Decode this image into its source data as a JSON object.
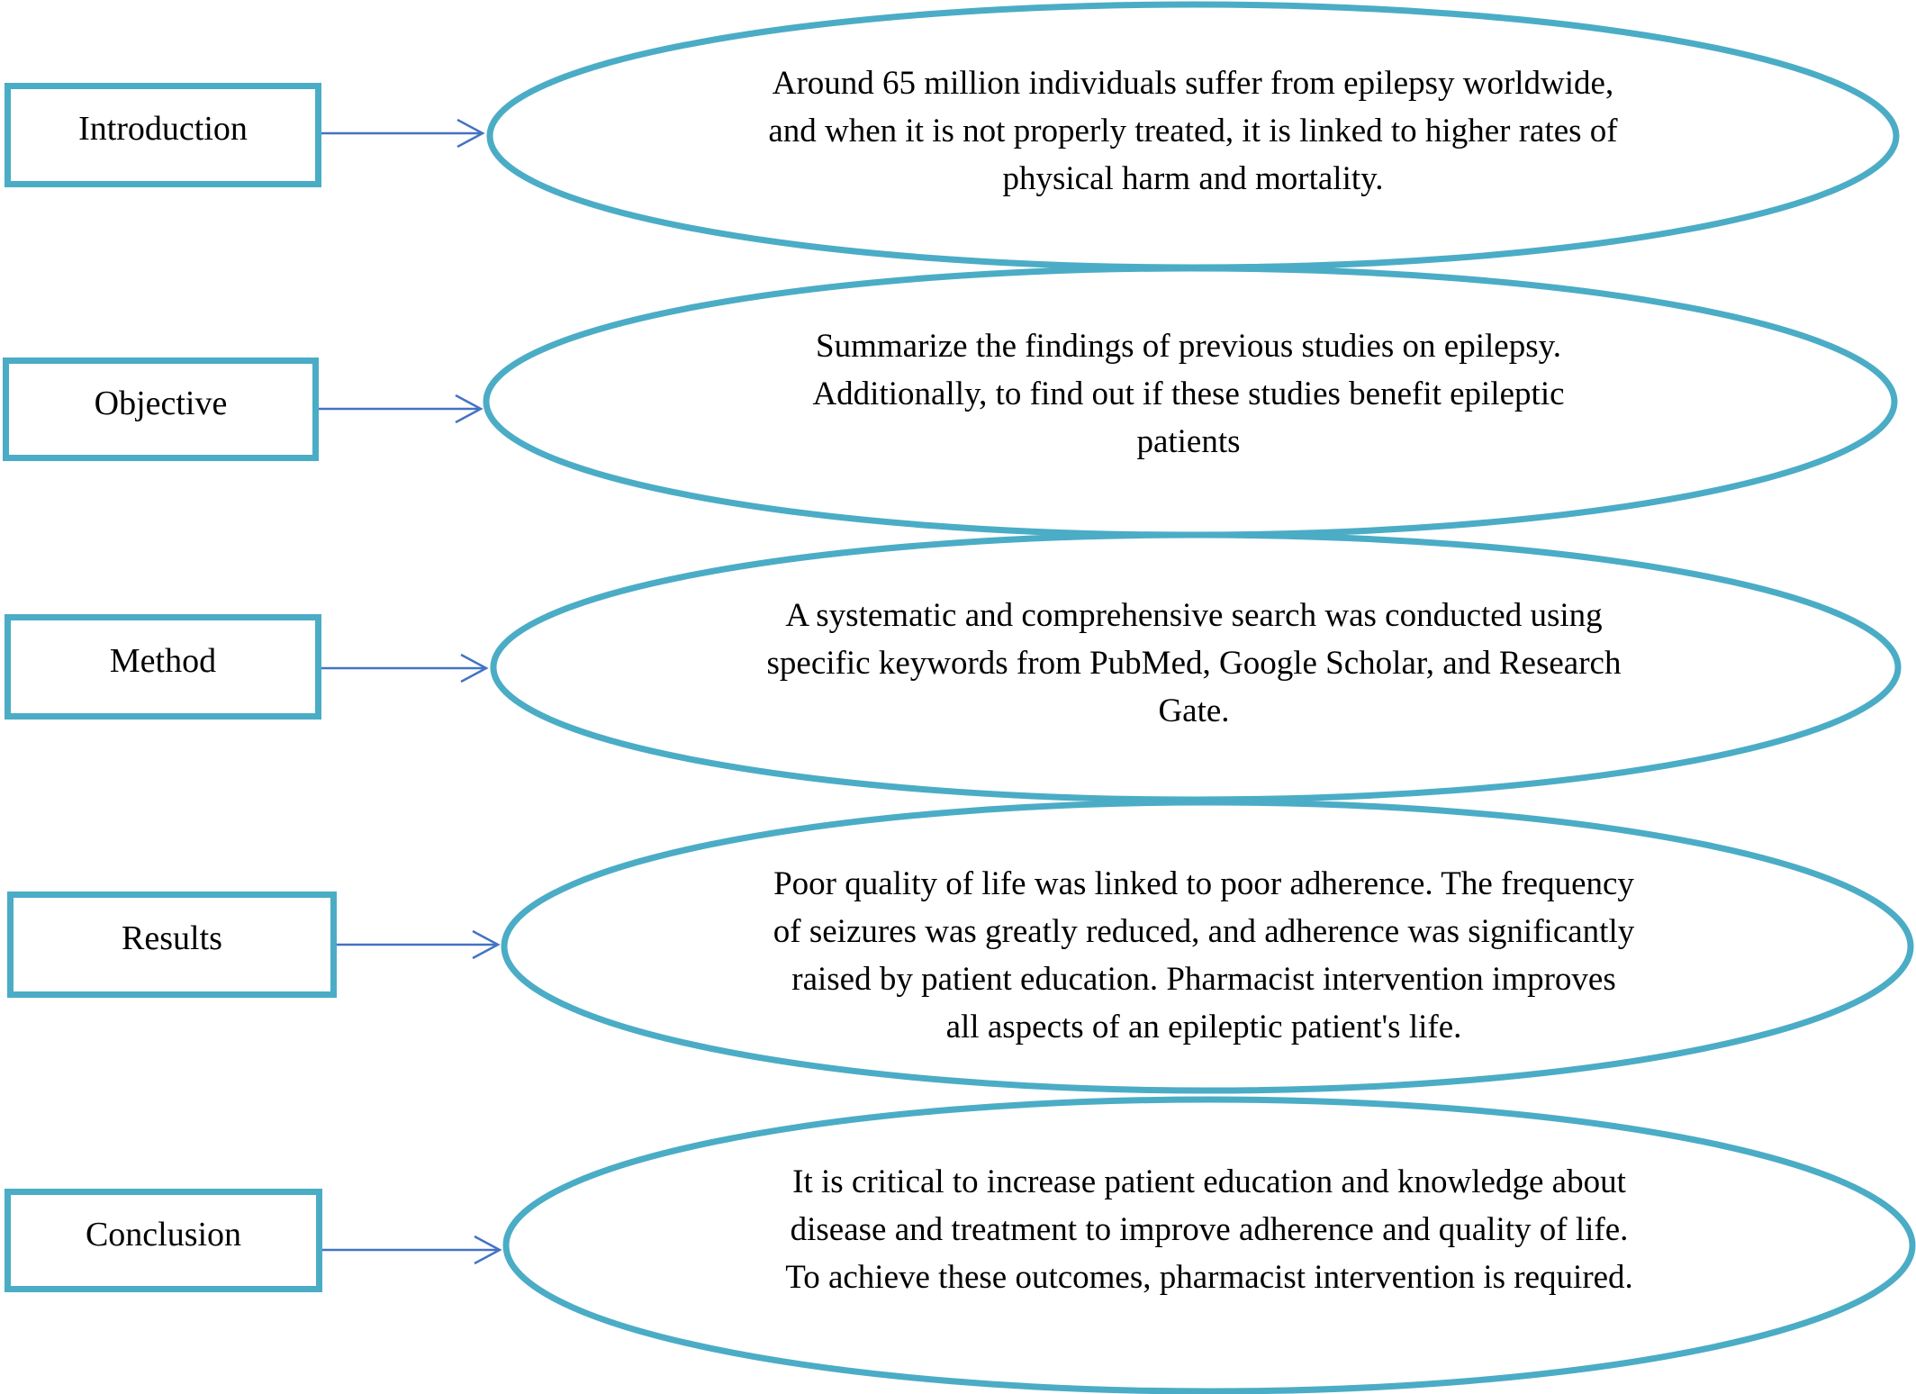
{
  "colors": {
    "outline": "#4bacc6",
    "arrow": "#4472c4",
    "text": "#000000"
  },
  "sections": [
    {
      "label": "Introduction",
      "lines": [
        "Around 65 million individuals suffer from epilepsy worldwide,",
        "and when it is not properly treated, it is linked to higher rates of",
        "physical harm and mortality."
      ]
    },
    {
      "label": "Objective",
      "lines": [
        "Summarize the findings of previous studies on epilepsy.",
        "Additionally, to find out if these studies benefit epileptic",
        "patients"
      ]
    },
    {
      "label": "Method",
      "lines": [
        "A systematic and comprehensive search was conducted using",
        "specific keywords from PubMed, Google Scholar, and Research",
        "Gate."
      ]
    },
    {
      "label": "Results",
      "lines": [
        "Poor quality of life was linked to poor adherence. The frequency",
        "of seizures was greatly reduced, and adherence was significantly",
        "raised by patient education. Pharmacist intervention improves",
        "all aspects of an epileptic patient's life."
      ]
    },
    {
      "label": "Conclusion",
      "lines": [
        "It is critical to increase patient education and knowledge about",
        "disease and treatment to improve adherence and quality of life.",
        "To achieve these outcomes, pharmacist intervention is required."
      ]
    }
  ]
}
